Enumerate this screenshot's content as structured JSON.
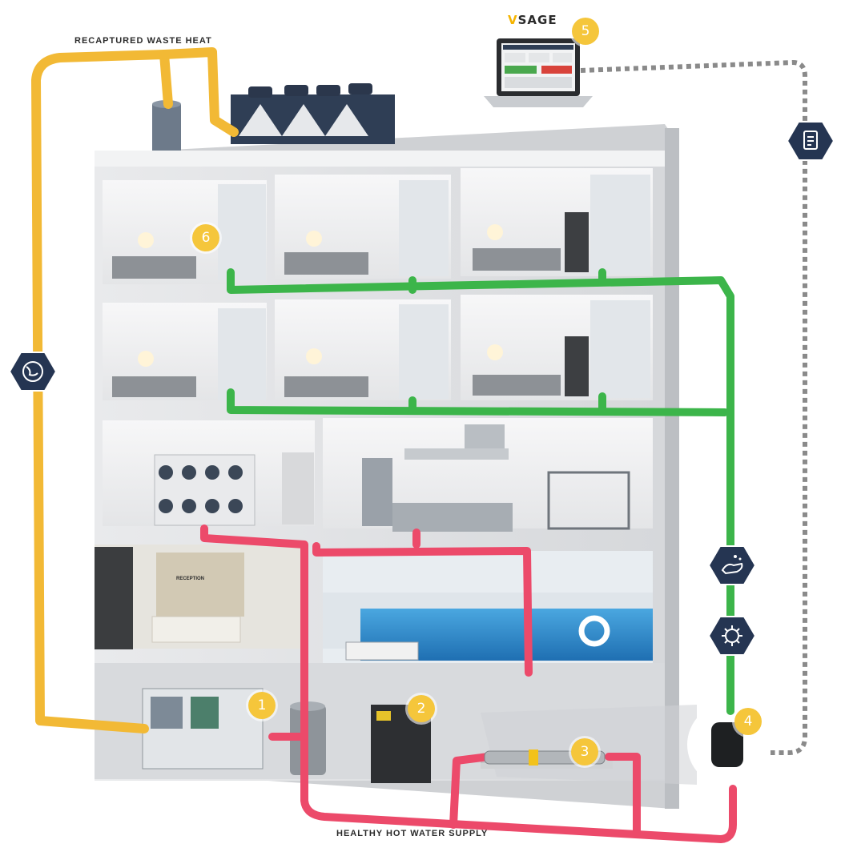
{
  "labels": {
    "waste_heat": "RECAPTURED WASTE HEAT",
    "hot_water": "HEALTHY HOT WATER SUPPLY",
    "reception_sign": "RECEPTION"
  },
  "brand": {
    "v": "V",
    "name": "SAGE"
  },
  "badges": [
    "1",
    "2",
    "3",
    "4",
    "5",
    "6"
  ],
  "icons": {
    "checklist": "clipboard-checklist-icon",
    "globe": "globe-icon",
    "hands": "hand-washing-icon",
    "germ": "bacteria-icon"
  },
  "colors": {
    "heat_pipe": "#f2b935",
    "cold_pipe": "#3cb54a",
    "hot_pipe": "#ec4a6a",
    "data_line": "#8a8a8a",
    "badge": "#f5c63b",
    "hex": "#253552"
  }
}
